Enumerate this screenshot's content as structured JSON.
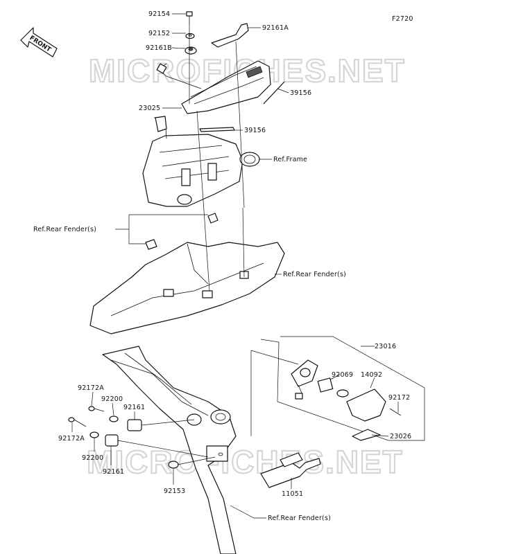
{
  "figure_code": "F2720",
  "front_badge": "FRONT",
  "watermark": "MICROFICHES.NET",
  "labels": {
    "p92154": "92154",
    "p92161A": "92161A",
    "p92152": "92152",
    "p92161B": "92161B",
    "p39156a": "39156",
    "p23025": "23025",
    "p39156b": "39156",
    "refFrame": "Ref.Frame",
    "refRearFender1": "Ref.Rear Fender(s)",
    "refRearFender2": "Ref.Rear Fender(s)",
    "p23016": "23016",
    "p92069": "92069",
    "p14092": "14092",
    "p92172A_1": "92172A",
    "p92200_1": "92200",
    "p92161_1": "92161",
    "p92172": "92172",
    "p92172A_2": "92172A",
    "p23026": "23026",
    "p92200_2": "92200",
    "p92161_2": "92161",
    "p92153": "92153",
    "p11051": "11051",
    "refRearFender3": "Ref.Rear Fender(s)"
  }
}
